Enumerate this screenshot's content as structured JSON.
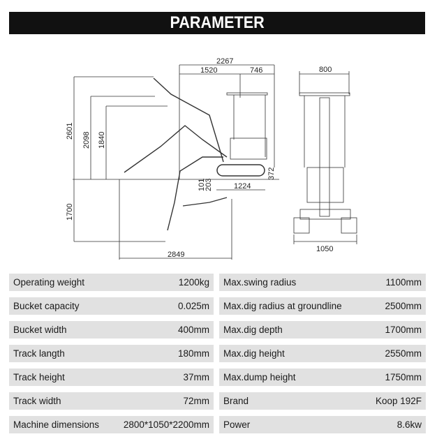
{
  "title": "PARAMETER",
  "diagram": {
    "side": {
      "d2267": "2267",
      "d1520": "1520",
      "d746": "746",
      "d2601": "2601",
      "d2098": "2098",
      "d1840": "1840",
      "d1700": "1700",
      "d2849": "2849",
      "d1224": "1224",
      "d372": "372",
      "d101": "101",
      "d203": "203"
    },
    "front": {
      "d800": "800",
      "d1050": "1050"
    }
  },
  "specs_left": [
    {
      "label": "Operating weight",
      "value": "1200kg"
    },
    {
      "label": "Bucket capacity",
      "value": "0.025m"
    },
    {
      "label": "Bucket width",
      "value": "400mm"
    },
    {
      "label": "Track langth",
      "value": "180mm"
    },
    {
      "label": "Track height",
      "value": "37mm"
    },
    {
      "label": "Track width",
      "value": "72mm"
    },
    {
      "label": "Machine dimensions",
      "value": "2800*1050*2200mm"
    }
  ],
  "specs_right": [
    {
      "label": "Max.swing radius",
      "value": "1100mm"
    },
    {
      "label": "Max.dig radius at groundline",
      "value": "2500mm"
    },
    {
      "label": "Max.dig depth",
      "value": "1700mm"
    },
    {
      "label": "Max.dig height",
      "value": "2550mm"
    },
    {
      "label": "Max.dump height",
      "value": "1750mm"
    },
    {
      "label": "Brand",
      "value": "Koop 192F"
    },
    {
      "label": "Power",
      "value": "8.6kw"
    }
  ]
}
